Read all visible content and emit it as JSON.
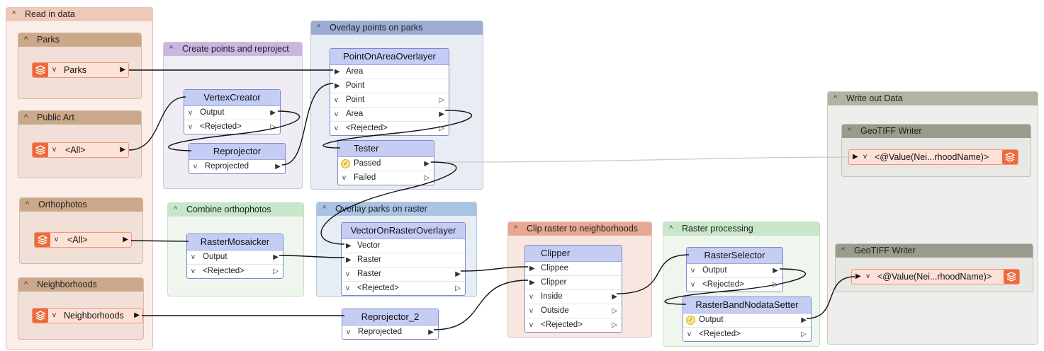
{
  "bookmarks": {
    "read_in_data": "Read in data",
    "parks": "Parks",
    "public_art": "Public Art",
    "orthophotos": "Orthophotos",
    "neighborhoods": "Neighborhoods",
    "create_points": "Create points and reproject",
    "overlay_points": "Overlay points on parks",
    "combine_ortho": "Combine orthophotos",
    "overlay_parks": "Overlay parks on raster",
    "clip_raster": "Clip raster to neighborhoods",
    "raster_processing": "Raster processing",
    "write_out": "Write out Data",
    "geotiff_writer_1": "GeoTIFF Writer",
    "geotiff_writer_2": "GeoTIFF Writer"
  },
  "readers": {
    "parks": "Parks",
    "public_art": "<All>",
    "orthophotos": "<All>",
    "neighborhoods": "Neighborhoods"
  },
  "writers": {
    "w1": "<@Value(Nei...rhoodName)>",
    "w2": "<@Value(Nei...rhoodName)>"
  },
  "transformers": {
    "vertexcreator": {
      "name": "VertexCreator",
      "ports": [
        "Output",
        "<Rejected>"
      ]
    },
    "reprojector": {
      "name": "Reprojector",
      "ports": [
        "Reprojected"
      ]
    },
    "pointonarea": {
      "name": "PointOnAreaOverlayer",
      "inputs": [
        "Area",
        "Point"
      ],
      "outputs": [
        "Point",
        "Area",
        "<Rejected>"
      ]
    },
    "tester": {
      "name": "Tester",
      "ports": [
        "Passed",
        "Failed"
      ]
    },
    "rastermosaicker": {
      "name": "RasterMosaicker",
      "ports": [
        "Output",
        "<Rejected>"
      ]
    },
    "vectoronraster": {
      "name": "VectorOnRasterOverlayer",
      "inputs": [
        "Vector",
        "Raster"
      ],
      "outputs": [
        "Raster",
        "<Rejected>"
      ]
    },
    "reprojector2": {
      "name": "Reprojector_2",
      "ports": [
        "Reprojected"
      ]
    },
    "clipper": {
      "name": "Clipper",
      "inputs": [
        "Clippee",
        "Clipper"
      ],
      "outputs": [
        "Inside",
        "Outside",
        "<Rejected>"
      ]
    },
    "rasterselector": {
      "name": "RasterSelector",
      "ports": [
        "Output",
        "<Rejected>"
      ]
    },
    "rasterbandnodata": {
      "name": "RasterBandNodataSetter",
      "ports": [
        "Output",
        "<Rejected>"
      ]
    }
  },
  "icons": {
    "reader": "layers-icon",
    "collapse": "caret-up-icon",
    "expand_port": "chevron-down-icon",
    "output_port": "triangle-right-icon",
    "passed": "check-circle-icon"
  },
  "colors": {
    "reader_orange": "#ee6a3c",
    "transformer_header": "#c5cdf5",
    "wire": "#111111"
  }
}
